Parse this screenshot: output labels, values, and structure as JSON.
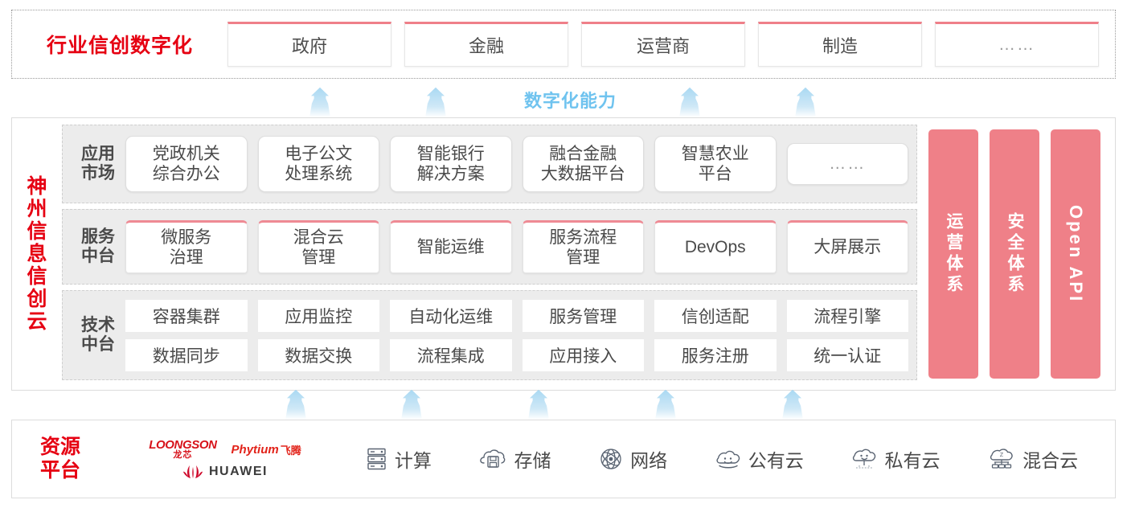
{
  "colors": {
    "brand_red": "#e60012",
    "pink_panel": "#ef8088",
    "card_top_pink": "#ef7f89",
    "arrow_blue": "#a8d8f2",
    "row_bg": "#ececec"
  },
  "industry": {
    "title": "行业信创数字化",
    "cards": [
      {
        "label": "政府"
      },
      {
        "label": "金融"
      },
      {
        "label": "运营商"
      },
      {
        "label": "制造"
      },
      {
        "label": "……"
      }
    ]
  },
  "capability_band": {
    "label": "数字化能力",
    "arrow_count": 4
  },
  "cloud": {
    "title_chars": [
      "神",
      "州",
      "信",
      "息",
      "信",
      "创",
      "云"
    ],
    "layers": [
      {
        "key": "app_market",
        "label": "应用\n市场",
        "label_line1": "应用",
        "label_line2": "市场",
        "cards": [
          {
            "line1": "党政机关",
            "line2": "综合办公"
          },
          {
            "line1": "电子公文",
            "line2": "处理系统"
          },
          {
            "line1": "智能银行",
            "line2": "解决方案"
          },
          {
            "line1": "融合金融",
            "line2": "大数据平台"
          },
          {
            "line1": "智慧农业",
            "line2": "平台"
          },
          {
            "line1": "……",
            "line2": ""
          }
        ]
      },
      {
        "key": "service_platform",
        "label_line1": "服务",
        "label_line2": "中台",
        "cards": [
          {
            "line1": "微服务",
            "line2": "治理"
          },
          {
            "line1": "混合云",
            "line2": "管理"
          },
          {
            "line1": "智能运维",
            "line2": ""
          },
          {
            "line1": "服务流程",
            "line2": "管理"
          },
          {
            "line1": "DevOps",
            "line2": ""
          },
          {
            "line1": "大屏展示",
            "line2": ""
          }
        ]
      },
      {
        "key": "tech_platform",
        "label_line1": "技术",
        "label_line2": "中台",
        "row1": [
          "容器集群",
          "应用监控",
          "自动化运维",
          "服务管理",
          "信创适配",
          "流程引擎"
        ],
        "row2": [
          "数据同步",
          "数据交换",
          "流程集成",
          "应用接入",
          "服务注册",
          "统一认证"
        ]
      }
    ],
    "side_panels": [
      {
        "label": "运营体系",
        "type": "cn"
      },
      {
        "label": "安全体系",
        "type": "cn"
      },
      {
        "label": "Open API",
        "type": "en"
      }
    ]
  },
  "resource_band": {
    "arrow_count": 5
  },
  "resource": {
    "title_line1": "资源",
    "title_line2": "平台",
    "logos": [
      {
        "name": "loongson",
        "en": "LOONGSON",
        "cn": "龙芯"
      },
      {
        "name": "phytium",
        "en": "Phytium",
        "cn": "飞腾"
      },
      {
        "name": "huawei",
        "en": "HUAWEI",
        "cn": ""
      }
    ],
    "items": [
      {
        "icon": "server-icon",
        "label": "计算"
      },
      {
        "icon": "storage-cloud-icon",
        "label": "存储"
      },
      {
        "icon": "network-icon",
        "label": "网络"
      },
      {
        "icon": "public-cloud-icon",
        "label": "公有云"
      },
      {
        "icon": "private-cloud-icon",
        "label": "私有云"
      },
      {
        "icon": "hybrid-cloud-icon",
        "label": "混合云"
      }
    ]
  }
}
